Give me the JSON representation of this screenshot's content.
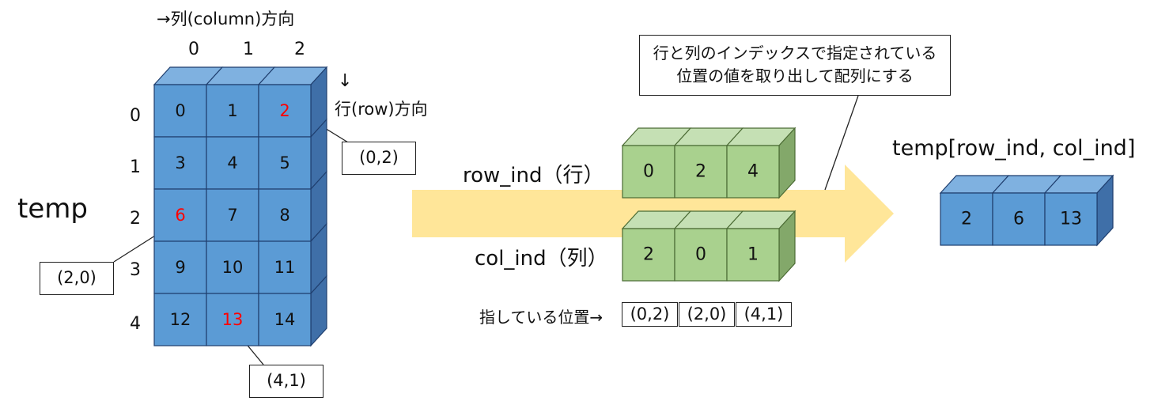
{
  "colors": {
    "blue_front": "#5b9bd5",
    "blue_top": "#7fb1e0",
    "blue_side": "#3f6fa8",
    "blue_edge": "#1f3e6e",
    "green_front": "#a9d18e",
    "green_top": "#c5e0b4",
    "green_side": "#83a86a",
    "green_edge": "#4b6b34",
    "arrow_fill": "#ffe699",
    "highlight_text": "#ff0000",
    "normal_text": "#111111"
  },
  "temp": {
    "label": "temp",
    "column_direction": "→列(column)方向",
    "row_direction_arrow": "↓",
    "row_direction": "行(row)方向",
    "column_indices": [
      "0",
      "1",
      "2"
    ],
    "row_indices": [
      "0",
      "1",
      "2",
      "3",
      "4"
    ],
    "cells": [
      [
        "0",
        "1",
        "2"
      ],
      [
        "3",
        "4",
        "5"
      ],
      [
        "6",
        "7",
        "8"
      ],
      [
        "9",
        "10",
        "11"
      ],
      [
        "12",
        "13",
        "14"
      ]
    ],
    "highlighted": [
      [
        0,
        2
      ],
      [
        2,
        0
      ],
      [
        4,
        1
      ]
    ],
    "callouts": [
      "(0,2)",
      "(2,0)",
      "(4,1)"
    ]
  },
  "index_arrays": {
    "row_label": "row_ind（行）",
    "row_values": [
      "0",
      "2",
      "4"
    ],
    "col_label": "col_ind（列）",
    "col_values": [
      "2",
      "0",
      "1"
    ],
    "positions_label": "指している位置→",
    "positions": [
      "(0,2)",
      "(2,0)",
      "(4,1)"
    ]
  },
  "note": {
    "line1": "行と列のインデックスで指定されている",
    "line2": "位置の値を取り出して配列にする"
  },
  "result": {
    "label": "temp[row_ind, col_ind]",
    "values": [
      "2",
      "6",
      "13"
    ]
  }
}
